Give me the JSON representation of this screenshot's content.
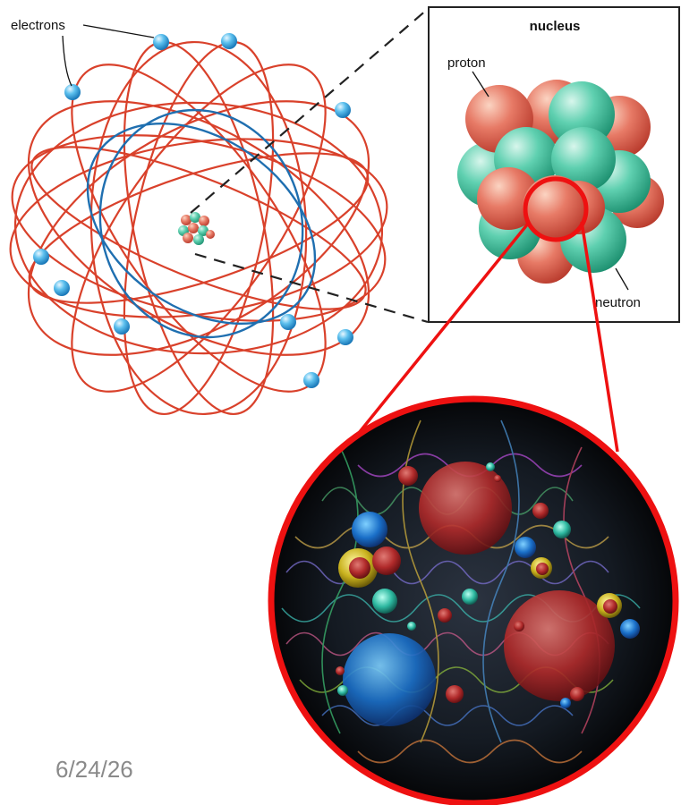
{
  "labels": {
    "electrons": "electrons",
    "nucleus": "nucleus",
    "proton": "proton",
    "neutron": "neutron"
  },
  "date": "6/24/26",
  "colors": {
    "electron_orbit": "#d9412b",
    "inner_orbit": "#1f6fb0",
    "electron": "#4ab3e8",
    "proton": "#d9584a",
    "neutron": "#2fb391",
    "zoom_ring": "#ee1111",
    "quark_field": "#0b0f14"
  }
}
